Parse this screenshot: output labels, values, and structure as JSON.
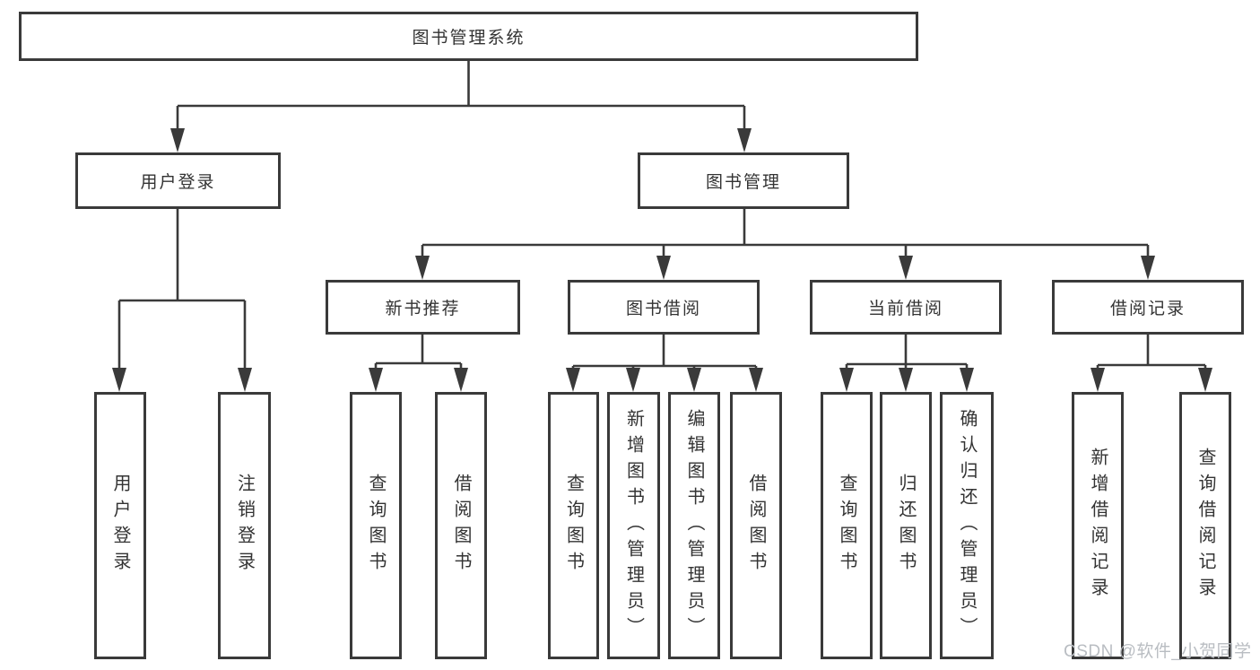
{
  "colors": {
    "line": "#3a3a3a",
    "text": "#333333",
    "bg": "#ffffff",
    "watermark": "#b9bdc2"
  },
  "watermark": {
    "text": "CSDN @软件_小贺同学"
  },
  "diagram": {
    "type": "tree",
    "title": "图书管理系统",
    "branches": [
      {
        "label": "用户登录",
        "leaves": [
          "用户登录",
          "注销登录"
        ]
      },
      {
        "label": "图书管理",
        "groups": [
          {
            "label": "新书推荐",
            "leaves": [
              "查询图书",
              "借阅图书"
            ]
          },
          {
            "label": "图书借阅",
            "leaves": [
              "查询图书",
              "新增图书（管理员）",
              "编辑图书（管理员）",
              "借阅图书"
            ]
          },
          {
            "label": "当前借阅",
            "leaves": [
              "查询图书",
              "归还图书",
              "确认归还（管理员）"
            ]
          },
          {
            "label": "借阅记录",
            "leaves": [
              "新增借阅记录",
              "查询借阅记录"
            ]
          }
        ]
      }
    ]
  }
}
